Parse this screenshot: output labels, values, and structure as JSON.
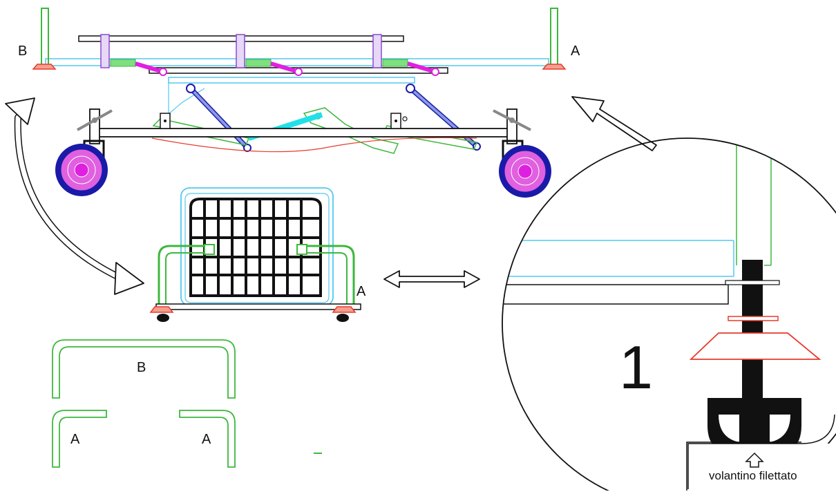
{
  "top_view": {
    "label_left": "B",
    "label_right": "A"
  },
  "end_view": {
    "label": "A"
  },
  "parts": {
    "label_b": "B",
    "label_a_left": "A",
    "label_a_right": "A"
  },
  "detail": {
    "number": "1",
    "caption": "volantino filettato"
  },
  "colors": {
    "green": "#3cb83c",
    "cyan": "#52c8f0",
    "magenta": "#e020e0",
    "violet": "#8a4ad0",
    "blue": "#1a1aa8",
    "red": "#e83a2a",
    "black": "#111111",
    "bright_cyan": "#20e0e8"
  }
}
